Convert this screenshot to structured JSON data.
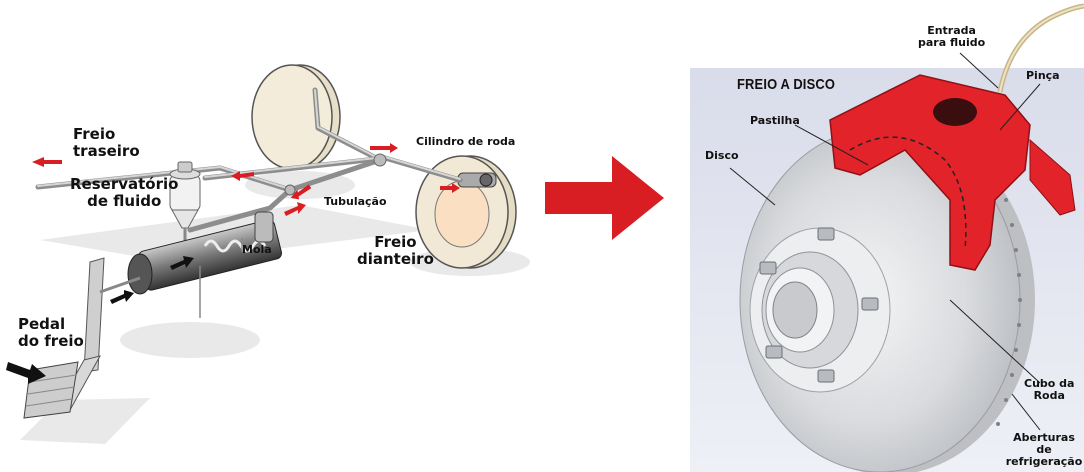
{
  "left_panel": {
    "labels": {
      "rear_brake": "Freio\ntraseiro",
      "fluid_reservoir": "Reservatório\nde fluido",
      "spring": "Mola",
      "tubing": "Tubulação",
      "wheel_cylinder": "Cilindro de roda",
      "front_brake": "Freio\ndianteiro",
      "brake_pedal": "Pedal\ndo freio"
    }
  },
  "right_panel": {
    "title": "FREIO A DISCO",
    "labels": {
      "fluid_inlet": "Entrada\npara fluido",
      "caliper": "Pinça",
      "pad": "Pastilha",
      "disc": "Disco",
      "wheel_hub": "Cubo da\nRoda",
      "cooling_vents": "Aberturas de\nrefrigeração"
    }
  },
  "colors": {
    "arrow_red": "#d81e22",
    "caliper_red": "#e2232a",
    "panel_bg": "#e4e6f0",
    "disc_silver": "#d7d9dc",
    "drum_beige": "#efe6d4"
  },
  "icons": {
    "transition_arrow": "right-arrow-icon",
    "flow_arrows": "small-arrow-icon"
  }
}
